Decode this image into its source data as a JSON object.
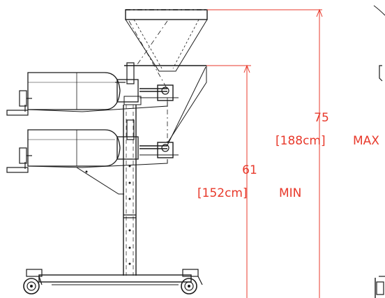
{
  "dimensions": {
    "max": {
      "inches": "75",
      "cm": "[188cm]",
      "suffix": "MAX"
    },
    "min": {
      "inches": "61",
      "cm": "[152cm]",
      "suffix": "MIN"
    }
  },
  "colors": {
    "dimension": "#e8392b",
    "line": "#1a1a1a"
  }
}
